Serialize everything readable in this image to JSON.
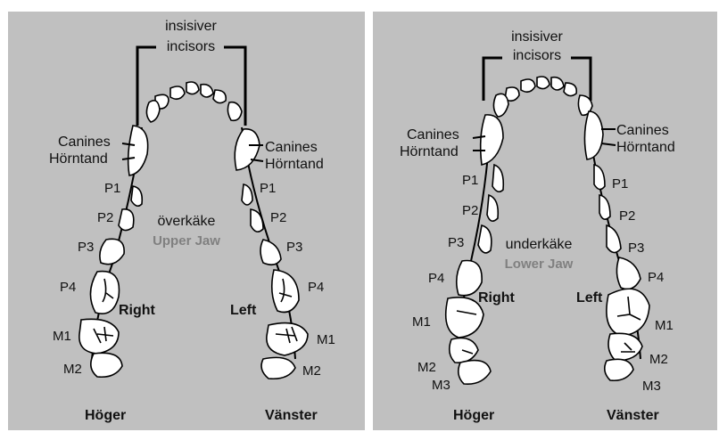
{
  "upper_panel": {
    "incisor_label_sv": "insisiver",
    "incisor_label_en": "incisors",
    "canine_en": "Canines",
    "canine_sv": "Hörntand",
    "teeth": [
      "P1",
      "P2",
      "P3",
      "P4",
      "M1",
      "M2"
    ],
    "jaw_sv": "överkäke",
    "jaw_en": "Upper Jaw",
    "right_en": "Right",
    "left_en": "Left",
    "right_sv": "Höger",
    "left_sv": "Vänster"
  },
  "lower_panel": {
    "incisor_label_sv": "insisiver",
    "incisor_label_en": "incisors",
    "canine_en": "Canines",
    "canine_sv": "Hörntand",
    "teeth": [
      "P1",
      "P2",
      "P3",
      "P4",
      "M1",
      "M2",
      "M3"
    ],
    "jaw_sv": "underkäke",
    "jaw_en": "Lower Jaw",
    "right_en": "Right",
    "left_en": "Left",
    "right_sv": "Höger",
    "left_sv": "Vänster"
  },
  "colors": {
    "background": "#c0c0c0",
    "tooth": "#ffffff",
    "jaw_label": "#808080"
  }
}
